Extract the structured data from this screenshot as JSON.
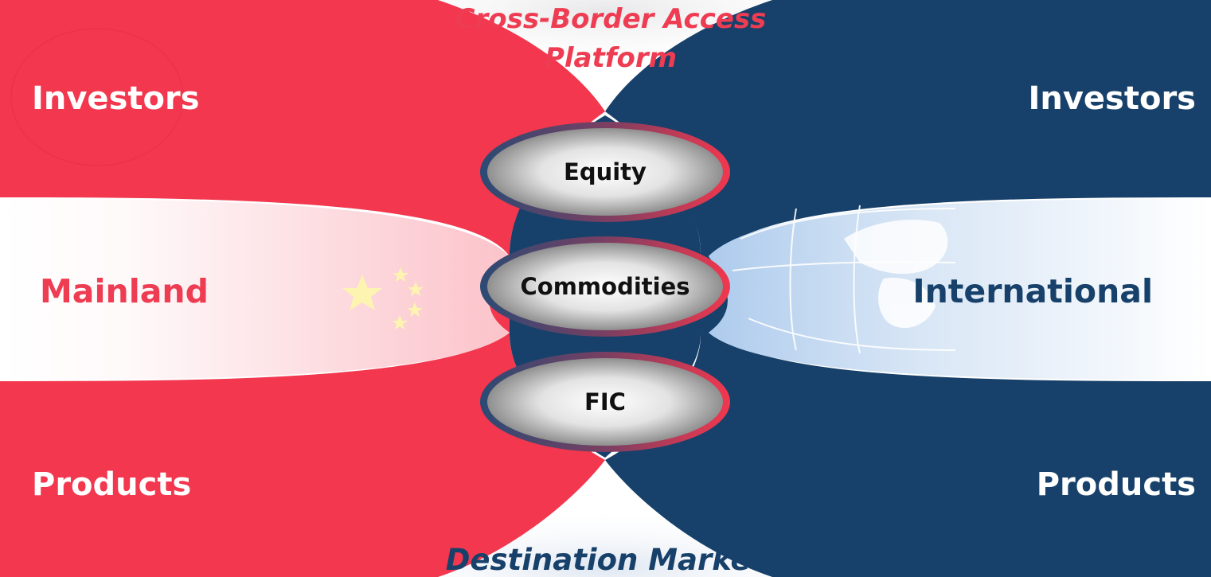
{
  "top_label_lines": [
    "Cross-Border Access",
    "Platform"
  ],
  "bottom_label": "Destination Market",
  "left": {
    "top": "Investors",
    "middle": "Mainland",
    "bottom": "Products"
  },
  "right": {
    "top": "Investors",
    "middle": "International",
    "bottom": "Products"
  },
  "channels": [
    {
      "label": "Equity"
    },
    {
      "label": "Commodities"
    },
    {
      "label": "FIC"
    }
  ],
  "colors": {
    "red": "#f2374e",
    "navy": "#17416a",
    "title_red": "#ee3d52",
    "title_blue": "#17416a"
  }
}
